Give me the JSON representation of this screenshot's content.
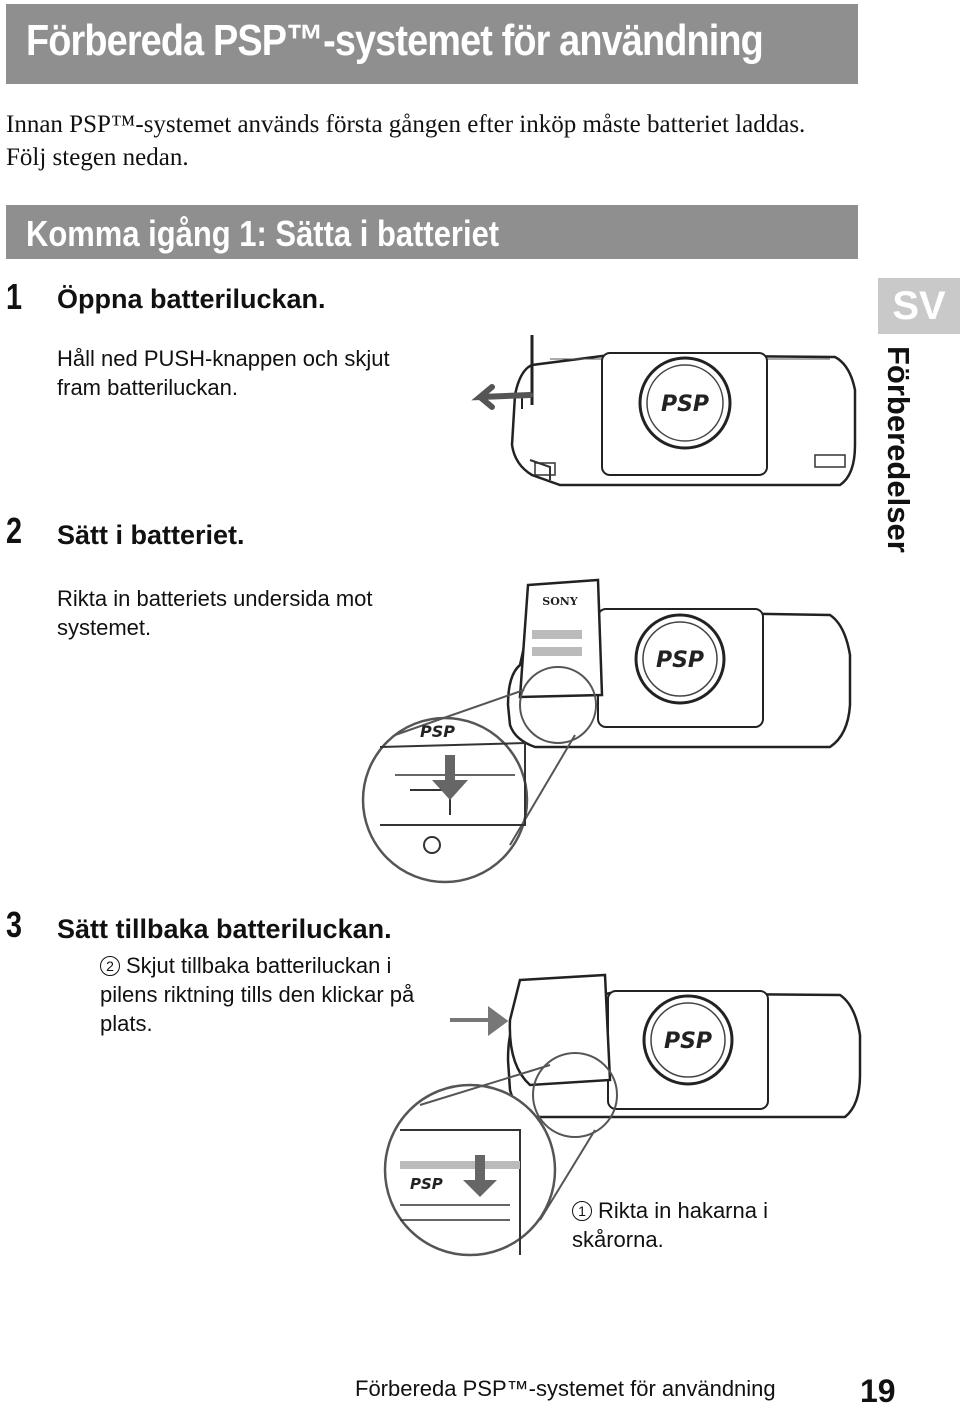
{
  "header": {
    "title": "Förbereda PSP™-systemet för användning"
  },
  "intro": {
    "text": "Innan PSP™-systemet används första gången efter inköp måste batteriet laddas. Följ stegen nedan."
  },
  "section": {
    "title": "Komma igång 1: Sätta i batteriet"
  },
  "side_tab": {
    "lang": "SV",
    "label": "Förberedelser"
  },
  "steps": [
    {
      "number": "1",
      "title": "Öppna batteriluckan.",
      "text": "Håll ned PUSH-knappen och skjut fram batteriluckan."
    },
    {
      "number": "2",
      "title": "Sätt i batteriet.",
      "text": "Rikta in batteriets undersida mot systemet."
    },
    {
      "number": "3",
      "title": "Sätt tillbaka batteriluckan.",
      "sub_number": "2",
      "text": "Skjut tillbaka batteriluckan i pilens riktning tills den klickar på plats."
    }
  ],
  "callout": {
    "number": "1",
    "text": "Rikta in hakarna i skårorna."
  },
  "illustration": {
    "logo_text": "PSP",
    "battery_brand": "SONY"
  },
  "footer": {
    "text": "Förbereda PSP™-systemet för användning",
    "page": "19"
  }
}
